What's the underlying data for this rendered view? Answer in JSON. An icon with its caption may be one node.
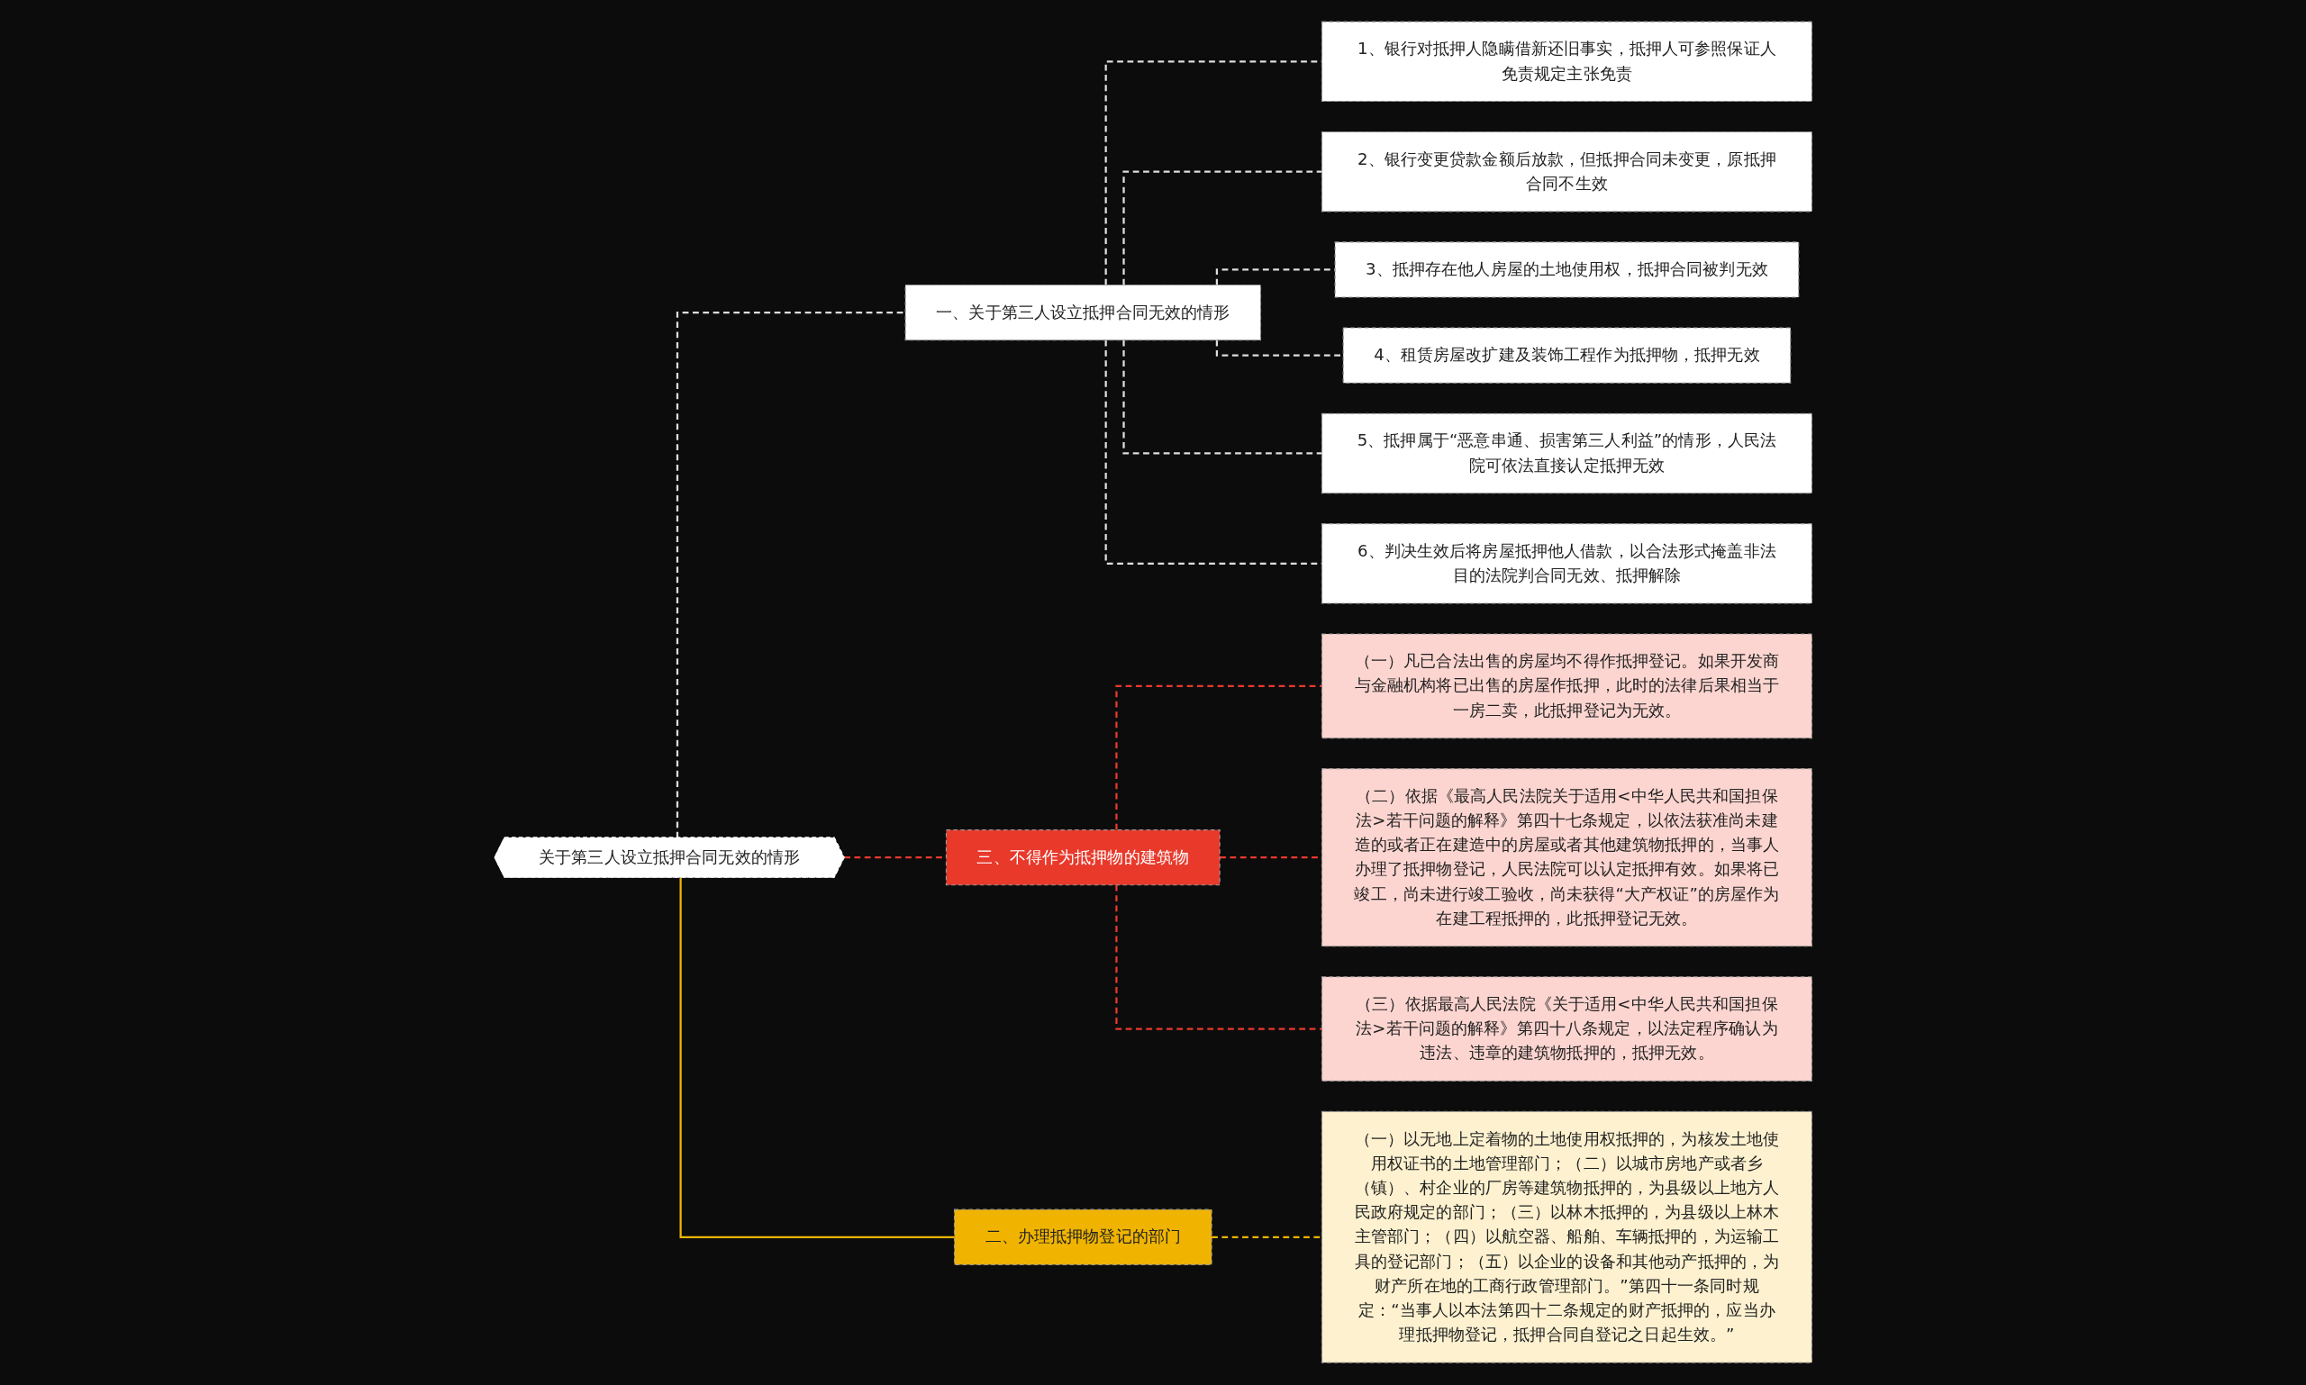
{
  "diagram": {
    "nodes": [
      {
        "text": [
          "关于第三人设立抵押合同无效的情形"
        ]
      },
      {
        "text": [
          "一、关于第三人设立抵押合同无效的情形"
        ]
      },
      {
        "text": [
          "1、银行对抵押人隐瞒借新还旧事实，抵押人可参照保证人免责规定主张免责"
        ]
      },
      {
        "text": [
          "2、银行变更贷款金额后放款，但抵押合同未变更，原抵押合同不生效"
        ]
      },
      {
        "text": [
          "3、抵押存在他人房屋的土地使用权，抵押合同被判无效"
        ]
      },
      {
        "text": [
          "4、租赁房屋改扩建及装饰工程作为抵押物，抵押无效"
        ]
      },
      {
        "text": [
          "5、抵押属于“恶意串通、损害第三人利益”的情形，人民法院可依法直接认定抵押无效"
        ]
      },
      {
        "text": [
          "6、判决生效后将房屋抵押他人借款，以合法形式掩盖非法目的法院判合同无效、抵押解除"
        ]
      },
      {
        "text": [
          "三、不得作为抵押物的建筑物"
        ]
      },
      {
        "text": [
          "（一）凡已合法出售的房屋均不得作抵押登记。如果开发商与金融机构将已出售的房屋作抵押，此时的法律后果相当于一房二卖，此抵押登记为无效。"
        ]
      },
      {
        "text": [
          "（二）依据《最高人民法院关于适用<中华人民共和国担保法>若干问题的解释》第四十七条规定，以依法获准尚未建造的或者正在建造中的房屋或者其他建筑物抵押的，当事人办理了抵押物登记，人民法院可以认定抵押有效。如果将已竣工，尚未进行竣工验收，尚未获得“大产权证”的房屋作为在建工程抵押的，此抵押登记无效。"
        ]
      },
      {
        "text": [
          "（三）依据最高人民法院《关于适用<中华人民共和国担保法>若干问题的解释》第四十八条规定，以法定程序确认为违法、违章的建筑物抵押的，抵押无效。"
        ]
      },
      {
        "text": [
          "二、办理抵押物登记的部门"
        ]
      },
      {
        "text": [
          "（一）以无地上定着物的土地使用权抵押的，为核发土地使用权证书的土地管理部门；（二）以城市房地产或者乡（镇）、村企业的厂房等建筑物抵押的，为县级以上地方人民政府规定的部门；（三）以林木抵押的，为县级以上林木主管部门；（四）以航空器、船舶、车辆抵押的，为运输工具的登记部门；（五）以企业的设备和其他动产抵押的，为财产所在地的工商行政管理部门。”第四十一条同时规定：“当事人以本法第四十二条规定的财产抵押的，应当办理抵押物登记，抵押合同自登记之日起生效。”"
        ]
      }
    ],
    "edges": [
      {
        "from": 0,
        "to": 1,
        "arrow": "none",
        "style": "dashed"
      },
      {
        "from": 1,
        "to": 2,
        "arrow": "none",
        "style": "dashed"
      },
      {
        "from": 1,
        "to": 3,
        "arrow": "none",
        "style": "dashed"
      },
      {
        "from": 1,
        "to": 4,
        "arrow": "none",
        "style": "dashed"
      },
      {
        "from": 1,
        "to": 5,
        "arrow": "none",
        "style": "dashed"
      },
      {
        "from": 1,
        "to": 6,
        "arrow": "none",
        "style": "dashed"
      },
      {
        "from": 1,
        "to": 7,
        "arrow": "none",
        "style": "dashed"
      },
      {
        "from": 0,
        "to": 8,
        "arrow": "none",
        "style": "dashed",
        "color": "#e8392b"
      },
      {
        "from": 8,
        "to": 9,
        "arrow": "none",
        "style": "dashed",
        "color": "#e8392b"
      },
      {
        "from": 8,
        "to": 10,
        "arrow": "none",
        "style": "dashed",
        "color": "#e8392b"
      },
      {
        "from": 8,
        "to": 11,
        "arrow": "none",
        "style": "dashed",
        "color": "#e8392b"
      },
      {
        "from": 0,
        "to": 12,
        "arrow": "none",
        "color": "#f0b400"
      },
      {
        "from": 12,
        "to": 13,
        "arrow": "none",
        "style": "dashed",
        "color": "#f0b400"
      }
    ]
  }
}
